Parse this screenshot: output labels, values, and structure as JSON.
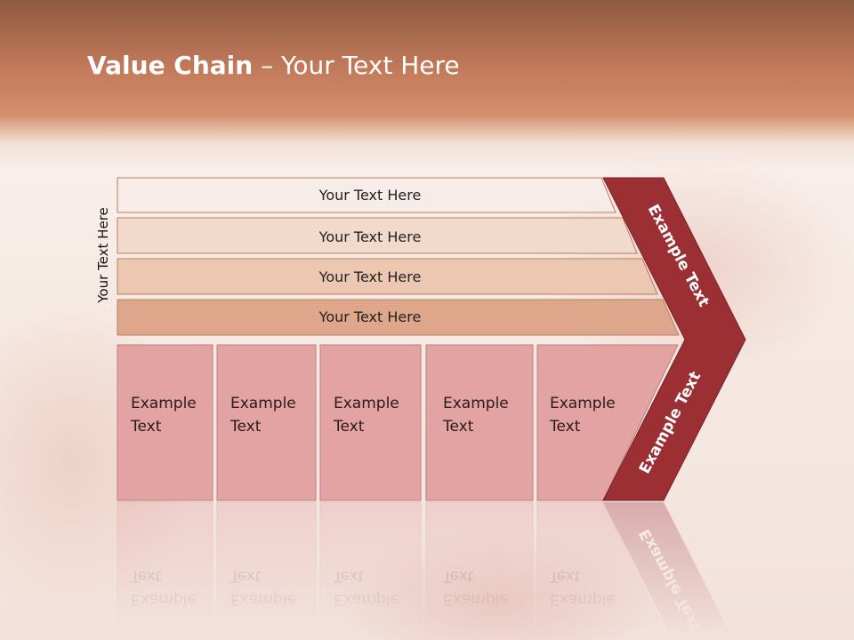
{
  "title": {
    "bold": "Value Chain",
    "rest": " – Your Text Here"
  },
  "side_label": "Your Text Here",
  "bars": [
    {
      "label": "Your Text Here",
      "color": "#f8ece8"
    },
    {
      "label": "Your Text Here",
      "color": "#f1d9cc"
    },
    {
      "label": "Your Text Here",
      "color": "#ecc7b1"
    },
    {
      "label": "Your Text Here",
      "color": "#dea68a"
    }
  ],
  "boxes": [
    {
      "line1": "Example",
      "line2": "Text"
    },
    {
      "line1": "Example",
      "line2": "Text"
    },
    {
      "line1": "Example",
      "line2": "Text"
    },
    {
      "line1": "Example",
      "line2": "Text"
    },
    {
      "line1": "Example",
      "line2": "Text"
    }
  ],
  "chevron": {
    "upper": "Example Text",
    "lower": "Example Text",
    "color": "#9b2f34"
  },
  "colors": {
    "box_fill": "#e3a3a3",
    "box_stroke": "#b98080",
    "bar_stroke": "#b97e62"
  }
}
